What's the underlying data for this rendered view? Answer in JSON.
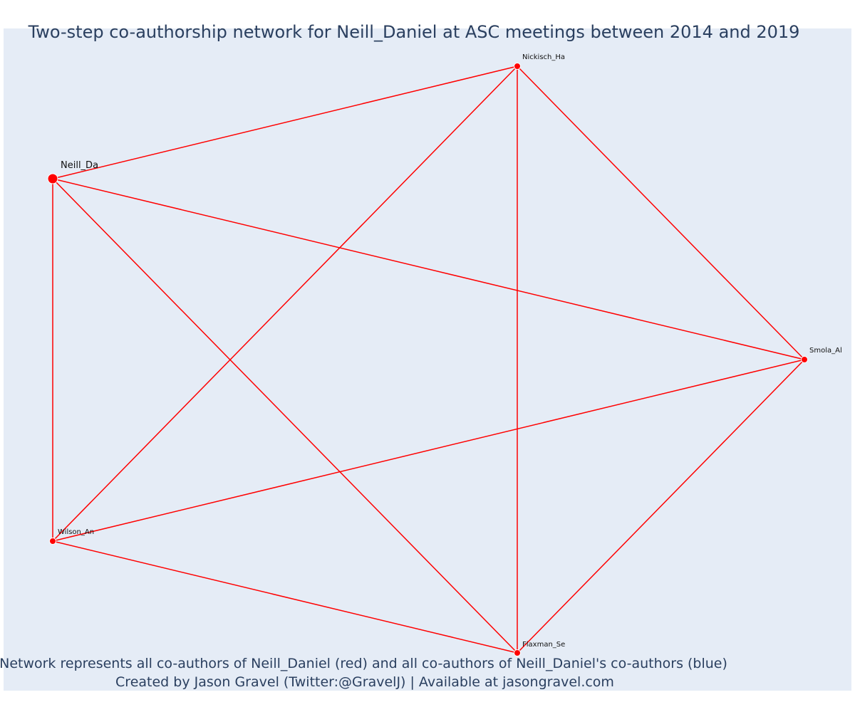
{
  "title": "Two-step co-authorship network for Neill_Daniel at ASC meetings between 2014 and 2019",
  "caption": {
    "line1": "Network represents all co-authors of Neill_Daniel (red) and all co-authors of Neill_Daniel's co-authors (blue)",
    "line2": "Created by Jason Gravel (Twitter:@GravelJ) | Available at jasongravel.com"
  },
  "colors": {
    "plot_background": "#e5ecf6",
    "edge": "#ff0000",
    "node_fill": "#ff0000",
    "node_outline": "#ffffff",
    "title": "#2a3f5f"
  },
  "nodes": [
    {
      "id": "neill",
      "label": "Neill_Da",
      "role": "focal"
    },
    {
      "id": "nickisch",
      "label": "Nickisch_Ha",
      "role": "coauthor"
    },
    {
      "id": "smola",
      "label": "Smola_Al",
      "role": "coauthor"
    },
    {
      "id": "flaxman",
      "label": "Flaxman_Se",
      "role": "coauthor"
    },
    {
      "id": "wilson",
      "label": "Wilson_An",
      "role": "coauthor"
    }
  ],
  "edges": [
    [
      "neill",
      "nickisch"
    ],
    [
      "neill",
      "smola"
    ],
    [
      "neill",
      "flaxman"
    ],
    [
      "neill",
      "wilson"
    ],
    [
      "nickisch",
      "smola"
    ],
    [
      "nickisch",
      "flaxman"
    ],
    [
      "nickisch",
      "wilson"
    ],
    [
      "smola",
      "flaxman"
    ],
    [
      "smola",
      "wilson"
    ],
    [
      "flaxman",
      "wilson"
    ]
  ]
}
